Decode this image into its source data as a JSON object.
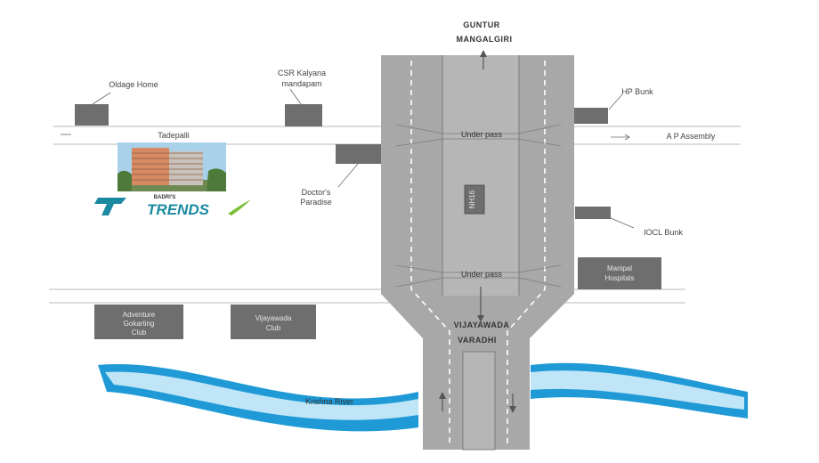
{
  "labels": {
    "guntur": "GUNTUR",
    "mangalgiri": "MANGALGIRI",
    "vijayawada": "VIJAYAWADA",
    "varadhi": "VARADHI",
    "oldage_home": "Oldage Home",
    "csr_line1": "CSR Kalyana",
    "csr_line2": "mandapam",
    "hp_bunk": "HP Bunk",
    "tadepalli": "Tadepalli",
    "ap_assembly": "A P Assembly",
    "underpass_top": "Under pass",
    "underpass_bottom": "Under pass",
    "doctors_line1": "Doctor's",
    "doctors_line2": "Paradise",
    "nh": "NH16",
    "iocl_bunk": "IOCL Bunk",
    "manipal_line1": "Manipal",
    "manipal_line2": "Hospitals",
    "adventure_line1": "Adventure",
    "adventure_line2": "Gokarting",
    "adventure_line3": "Club",
    "vijayawada_club_line1": "Vijayawada",
    "vijayawada_club_line2": "Club",
    "krishna_river": "Krishna River"
  },
  "logo": {
    "small": "BADRI'S",
    "main": "TRENDS"
  },
  "colors": {
    "road": "#a8a8a8",
    "building_block": "#6e6e6e",
    "river_dark": "#1f9ad6",
    "river_light": "#bfe5f7",
    "logo_teal": "#1b8aa0"
  }
}
